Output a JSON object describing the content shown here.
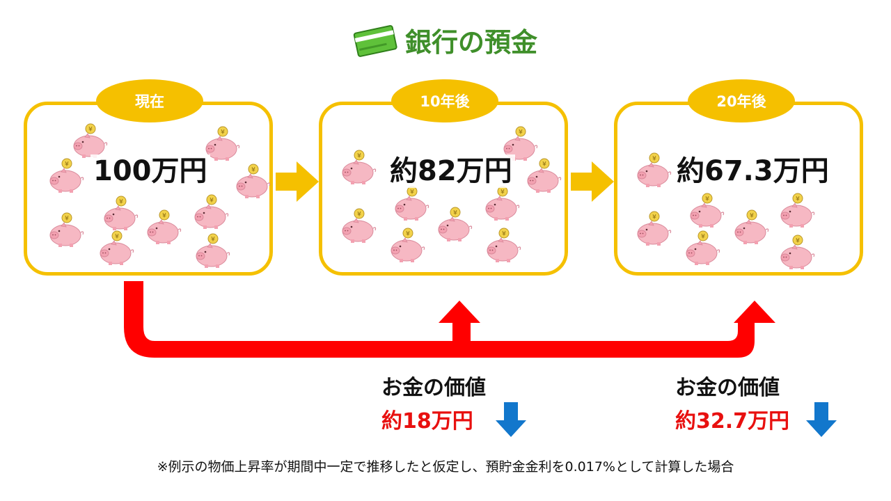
{
  "title": {
    "icon": "bankbook-icon",
    "text": "銀行の預金",
    "color": "#3f8f2a"
  },
  "panels": [
    {
      "tag": "現在",
      "amount": "100万円"
    },
    {
      "tag": "10年後",
      "amount": "約82万円"
    },
    {
      "tag": "20年後",
      "amount": "約67.3万円"
    }
  ],
  "value_notes": [
    {
      "label": "お金の価値",
      "amount": "約18万円",
      "trend_icon": "down-arrow-icon"
    },
    {
      "label": "お金の価値",
      "amount": "約32.7万円",
      "trend_icon": "down-arrow-icon"
    }
  ],
  "footnote": "※例示の物価上昇率が期間中一定で推移したと仮定し、預貯金金利を0.017%として計算した場合",
  "colors": {
    "panel_border": "#f5c000",
    "flow_arrow": "#ff0000",
    "value_amount": "#e8100f",
    "down_arrow": "#1277cc",
    "pig": "#f6b8c3"
  }
}
